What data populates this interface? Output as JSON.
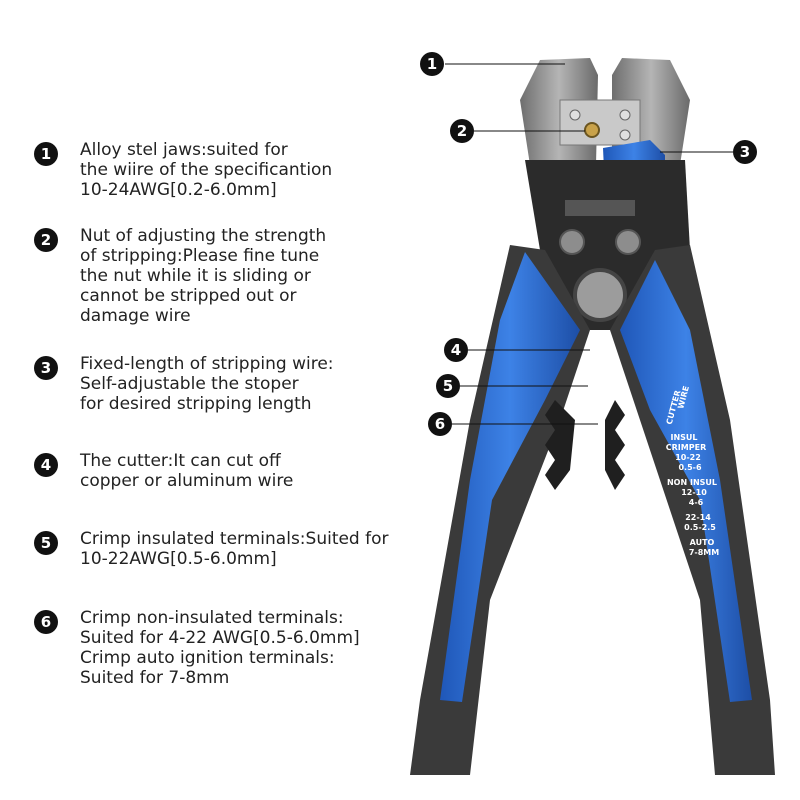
{
  "features": [
    {
      "num": "1",
      "lines": [
        "Alloy stel jaws:suited for",
        "the wiire of the specificantion",
        "10-24AWG[0.2-6.0mm]"
      ]
    },
    {
      "num": "2",
      "lines": [
        "Nut of adjusting the strength",
        "of stripping:Please fine tune",
        "the nut while it is sliding or",
        "cannot be stripped out or",
        "damage wire"
      ]
    },
    {
      "num": "3",
      "lines": [
        "Fixed-length of stripping wire:",
        "Self-adjustable the stoper",
        "for desired stripping length"
      ]
    },
    {
      "num": "4",
      "lines": [
        "The cutter:It can cut off",
        "copper or aluminum wire"
      ]
    },
    {
      "num": "5",
      "lines": [
        "Crimp insulated terminals:Suited for",
        "10-22AWG[0.5-6.0mm]"
      ]
    },
    {
      "num": "6",
      "lines": [
        "Crimp non-insulated terminals:",
        "Suited for 4-22 AWG[0.5-6.0mm]",
        "Crimp auto ignition terminals:",
        "Suited for 7-8mm"
      ]
    }
  ],
  "callouts": [
    "1",
    "2",
    "3",
    "4",
    "5",
    "6"
  ],
  "handle_labels": [
    "WIRE",
    "CUTTER",
    "INSUL",
    "CRIMPER",
    "10-22",
    "0.5-6",
    "NON INSUL",
    "12-10",
    "4-6",
    "22-14",
    "0.5-2.5",
    "AUTO",
    "7-8MM"
  ],
  "colors": {
    "handle_blue": "#2f6fd1",
    "grip_dark": "#3a3a3a",
    "steel": "#8a8a8a",
    "jaw_dark": "#2b2b2b"
  }
}
